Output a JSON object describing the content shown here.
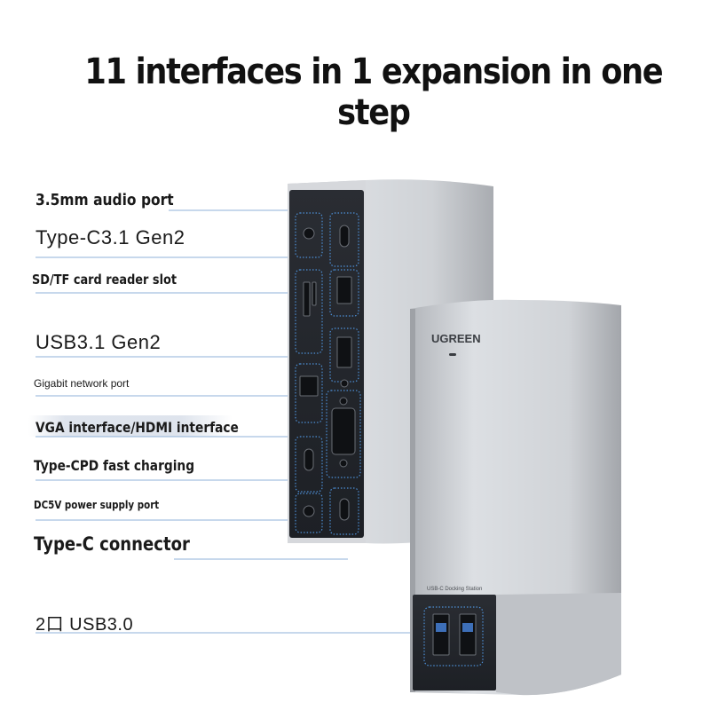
{
  "headline": "11 interfaces in 1 expansion in one step",
  "labels": {
    "audio": "3.5mm audio port",
    "typec31": "Type-C3.1 Gen2",
    "sd": "SD/TF card reader slot",
    "usb31": "USB3.1 Gen2",
    "gigabit": "Gigabit network port",
    "vga_hdmi": "VGA interface/HDMI interface",
    "pd": "Type-CPD fast charging",
    "dc": "DC5V power supply port",
    "connector": "Type-C connector",
    "usb30": "2口 USB3.0"
  },
  "device": {
    "brand": "UGREEN",
    "model_label": "USB-C Docking Station"
  },
  "colors": {
    "leader_line": "#8fb2d8",
    "dotted_outline": "#4d8fd6",
    "panel": "#24272d",
    "aluminum": "#c9ccd1"
  }
}
